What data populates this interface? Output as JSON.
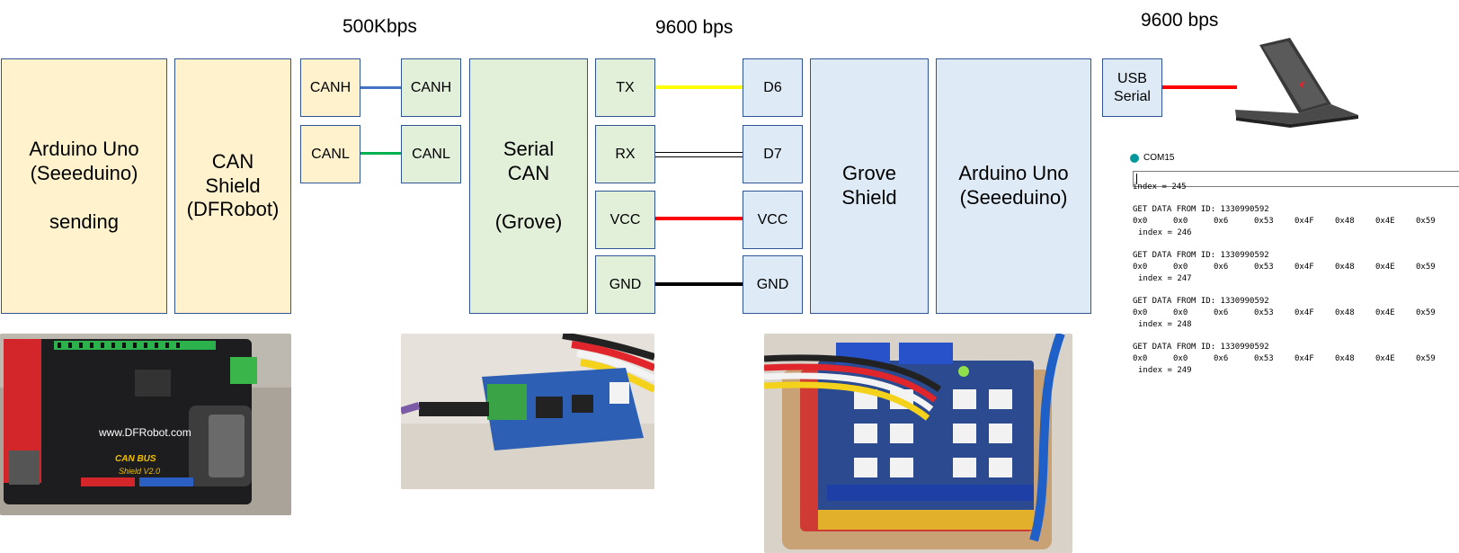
{
  "rates": {
    "can": "500Kbps",
    "grove": "9600 bps",
    "usb": "9600 bps"
  },
  "blocks": {
    "arduino_left": "Arduino Uno\n(Seeeduino)\n\nsending",
    "can_shield": "CAN\nShield\n(DFRobot)",
    "canh_left": "CANH",
    "canl_left": "CANL",
    "canh_right": "CANH",
    "canl_right": "CANL",
    "serial_can": "Serial\nCAN\n\n(Grove)",
    "tx": "TX",
    "rx": "RX",
    "vcc_left": "VCC",
    "gnd_left": "GND",
    "d6": "D6",
    "d7": "D7",
    "vcc_right": "VCC",
    "gnd_right": "GND",
    "grove_shield": "Grove\nShield",
    "arduino_right": "Arduino Uno\n(Seeeduino)",
    "usb_serial": "USB\nSerial"
  },
  "wire_colors": {
    "canh": "#4472c4",
    "canl": "#00b050",
    "tx": "#ffff00",
    "vcc": "#ff0000",
    "gnd": "#000000",
    "usb": "#ff0000"
  },
  "photos": {
    "can_shield_board": {
      "brand": "www.DFRobot.com",
      "name": "CAN BUS",
      "sub": "Shield V2.0"
    }
  },
  "serial_monitor": {
    "title": "COM15",
    "partial_line": "index = 245",
    "entries": [
      {
        "header": "GET DATA FROM ID: 1330990592",
        "values": [
          "0x0",
          "0x0",
          "0x6",
          "0x53",
          "0x4F",
          "0x48",
          "0x4E",
          "0x59"
        ],
        "index": "index = 246"
      },
      {
        "header": "GET DATA FROM ID: 1330990592",
        "values": [
          "0x0",
          "0x0",
          "0x6",
          "0x53",
          "0x4F",
          "0x48",
          "0x4E",
          "0x59"
        ],
        "index": "index = 247"
      },
      {
        "header": "GET DATA FROM ID: 1330990592",
        "values": [
          "0x0",
          "0x0",
          "0x6",
          "0x53",
          "0x4F",
          "0x48",
          "0x4E",
          "0x59"
        ],
        "index": "index = 248"
      },
      {
        "header": "GET DATA FROM ID: 1330990592",
        "values": [
          "0x0",
          "0x0",
          "0x6",
          "0x53",
          "0x4F",
          "0x48",
          "0x4E",
          "0x59"
        ],
        "index": "index = 249"
      }
    ]
  }
}
